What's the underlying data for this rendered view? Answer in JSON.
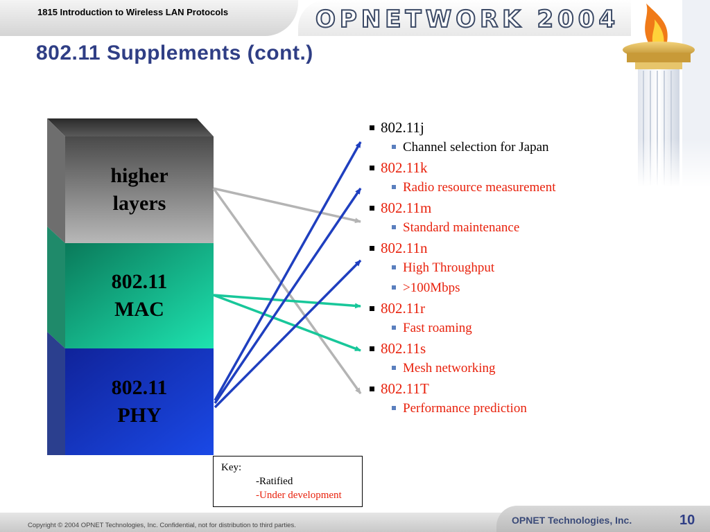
{
  "header": {
    "course_title": "1815 Introduction to Wireless LAN Protocols",
    "brand": "OPNETWORK 2004"
  },
  "slide": {
    "title": "802.11 Supplements (cont.)"
  },
  "stack": {
    "higher": [
      "higher",
      "layers"
    ],
    "mac": [
      "802.11",
      "MAC"
    ],
    "phy": [
      "802.11",
      "PHY"
    ]
  },
  "bullets": [
    {
      "label": "802.11j",
      "status": "ratified",
      "sub": [
        "Channel selection for Japan"
      ]
    },
    {
      "label": "802.11k",
      "status": "development",
      "sub": [
        "Radio resource measurement"
      ]
    },
    {
      "label": "802.11m",
      "status": "development",
      "sub": [
        "Standard maintenance"
      ]
    },
    {
      "label": "802.11n",
      "status": "development",
      "sub": [
        "High Throughput",
        ">100Mbps"
      ]
    },
    {
      "label": "802.11r",
      "status": "development",
      "sub": [
        "Fast roaming"
      ]
    },
    {
      "label": "802.11s",
      "status": "development",
      "sub": [
        "Mesh networking"
      ]
    },
    {
      "label": "802.11T",
      "status": "development",
      "sub": [
        "Performance prediction"
      ]
    }
  ],
  "key": {
    "title": "Key:",
    "ratified": "-Ratified",
    "development": "-Under development"
  },
  "colors": {
    "ratified": "#000000",
    "development": "#e8210c",
    "title": "#2f3e85",
    "arrow_blue": "#1f3fbf",
    "arrow_teal": "#18c79a",
    "arrow_gray": "#b4b4b4"
  },
  "footer": {
    "copyright": "Copyright © 2004 OPNET Technologies, Inc.  Confidential, not for distribution to third parties.",
    "company": "OPNET Technologies, Inc.",
    "page": "10"
  }
}
